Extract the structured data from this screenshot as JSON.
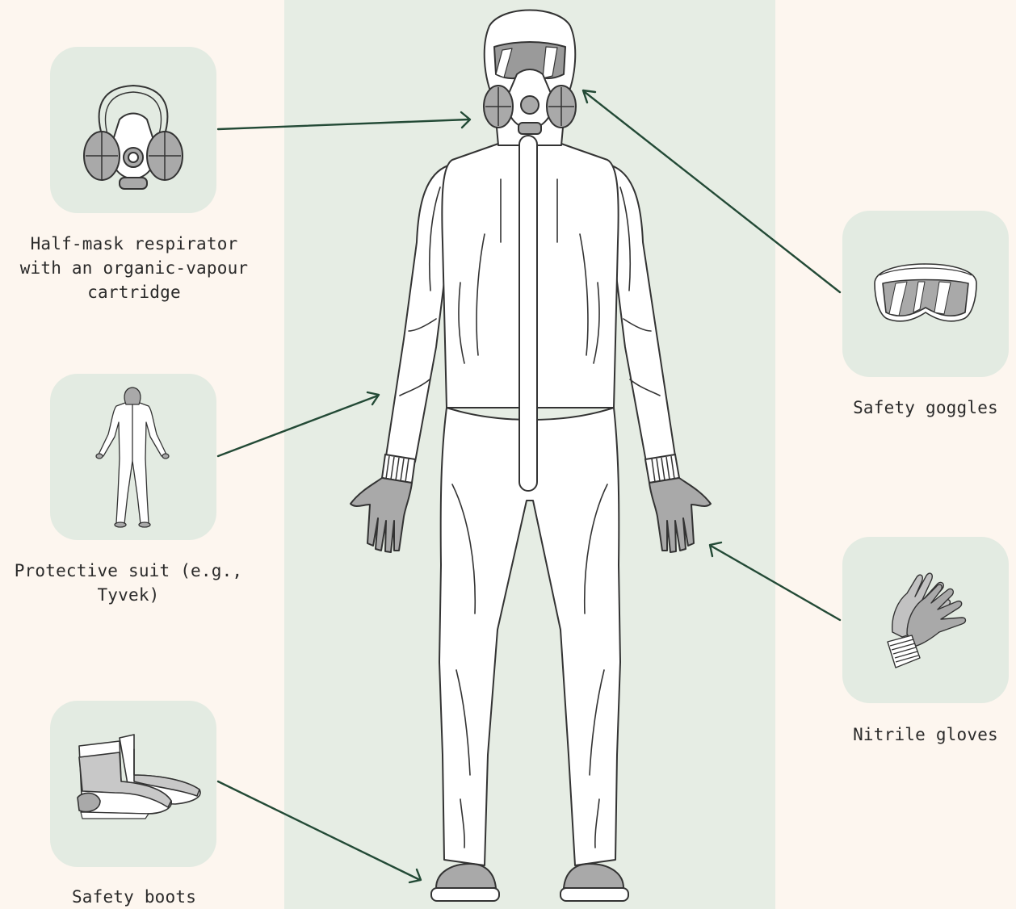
{
  "items": {
    "respirator": {
      "label": "Half-mask respirator with an organic-vapour cartridge",
      "icon": "respirator-icon"
    },
    "suit": {
      "label": "Protective suit (e.g., Tyvek)",
      "icon": "protective-suit-icon"
    },
    "boots": {
      "label": "Safety boots",
      "icon": "boots-icon"
    },
    "goggles": {
      "label": "Safety goggles",
      "icon": "goggles-icon"
    },
    "gloves": {
      "label": "Nitrile gloves",
      "icon": "gloves-icon"
    }
  },
  "colors": {
    "background": "#fdf6ef",
    "center_band": "#e6ede4",
    "card": "#e3ebe2",
    "arrow": "#234a36",
    "outline": "#333333",
    "gray_fill": "#a9a9a9"
  }
}
